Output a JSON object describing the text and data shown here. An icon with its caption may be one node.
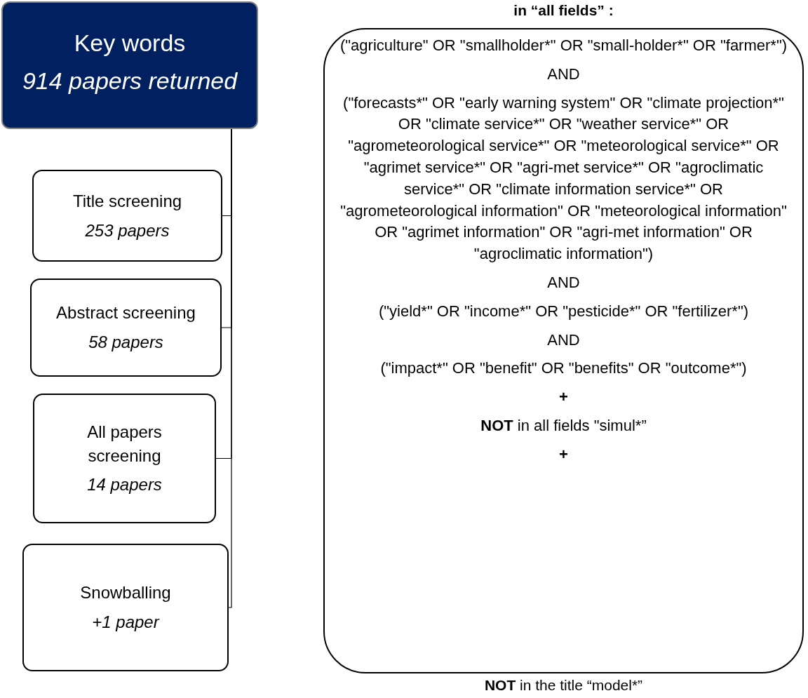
{
  "diagram": {
    "nodes": [
      {
        "text": [
          "Key words",
          "914 papers returned"
        ]
      },
      {
        "text": [
          "Title screening",
          "253 papers"
        ]
      },
      {
        "text": [
          "Abstract screening",
          "58 papers"
        ]
      },
      {
        "text": [
          "All papers screening",
          "14 papers"
        ]
      },
      {
        "text": [
          "Snowballing",
          "+1 paper"
        ]
      },
      {
        "text": [
          "in “all fields” :",
          "(\"agriculture\" OR \"smallholder*\" OR \"small-holder*\" OR \"farmer*\")",
          "AND",
          "(\"forecasts*\" OR \"early warning system\" OR \"climate projection*\" OR \"climate service*\" OR \"weather service*\" OR \"agrometeorological service*\" OR \"meteorological service*\" OR \"agrimet service*\" OR \"agri-met service*\" OR \"agroclimatic service*\" OR \"climate information service*\" OR \"agrometeorological information\" OR \"meteorological information\" OR \"agrimet information\" OR \"agri-met information\" OR \"agroclimatic information\")",
          "AND",
          "(\"yield*\" OR \"income*\" OR \"pesticide*\" OR \"fertilizer*\")",
          "AND",
          "(\"impact*\" OR \"benefit\" OR \"benefits\" OR \"outcome*\")",
          "+",
          "**NOT** in all fields \"simul*”",
          "+"
        ],
        "beside": [
          "**NOT** in the title “model*”"
        ]
      }
    ],
    "edges": [
      {
        "from": 0,
        "to": 1,
        "arrow": "none"
      },
      {
        "from": 0,
        "to": 2,
        "arrow": "none"
      },
      {
        "from": 0,
        "to": 3,
        "arrow": "none"
      },
      {
        "from": 0,
        "to": 4,
        "arrow": "none"
      }
    ]
  }
}
